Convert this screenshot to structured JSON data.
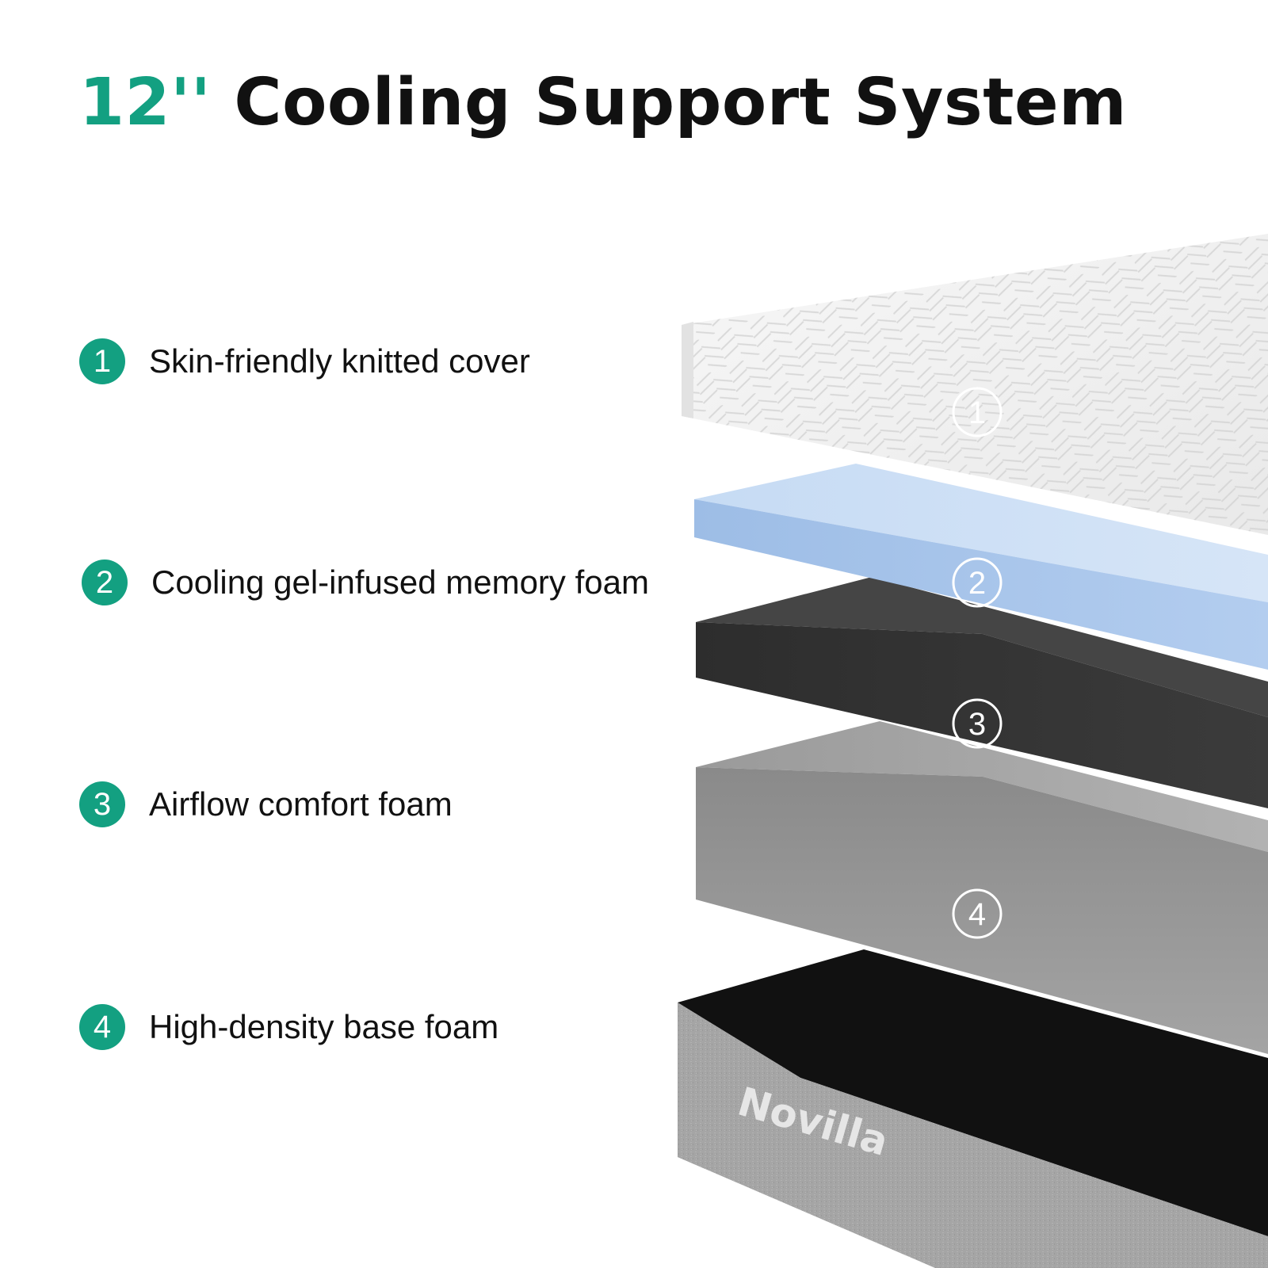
{
  "title": {
    "size": "12''",
    "text": "Cooling Support System"
  },
  "layers": [
    {
      "number": "1",
      "label": "Skin-friendly knitted cover"
    },
    {
      "number": "2",
      "label": "Cooling gel-infused memory foam"
    },
    {
      "number": "3",
      "label": "Airflow comfort foam"
    },
    {
      "number": "4",
      "label": "High-density base foam"
    }
  ],
  "brand": "Novilla",
  "colors": {
    "accent": "#13a081",
    "text": "#111111"
  }
}
